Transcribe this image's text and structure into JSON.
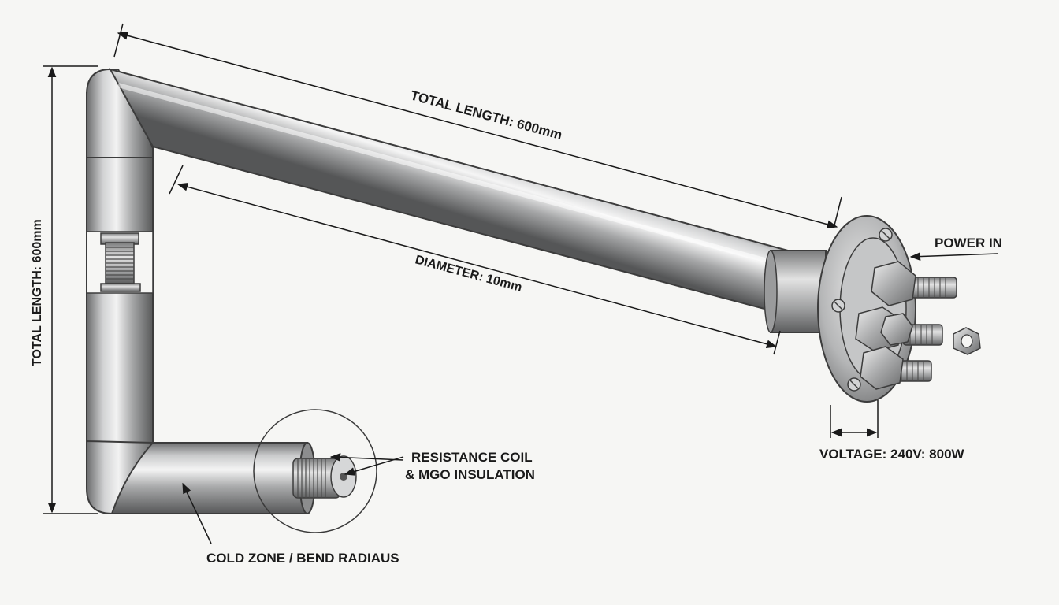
{
  "labels": {
    "total_length_top": "TOTAL LENGTH: 600mm",
    "total_length_left": "TOTAL LENGTH: 600mm",
    "diameter": "DIAMETER: 10mm",
    "power_in": "POWER IN",
    "voltage": "VOLTAGE: 240V: 800W",
    "resistance_line1": "RESISTANCE COIL",
    "resistance_line2": "& MGO INSULATION",
    "cold_zone": "COLD ZONE / BEND RADIAUS"
  }
}
